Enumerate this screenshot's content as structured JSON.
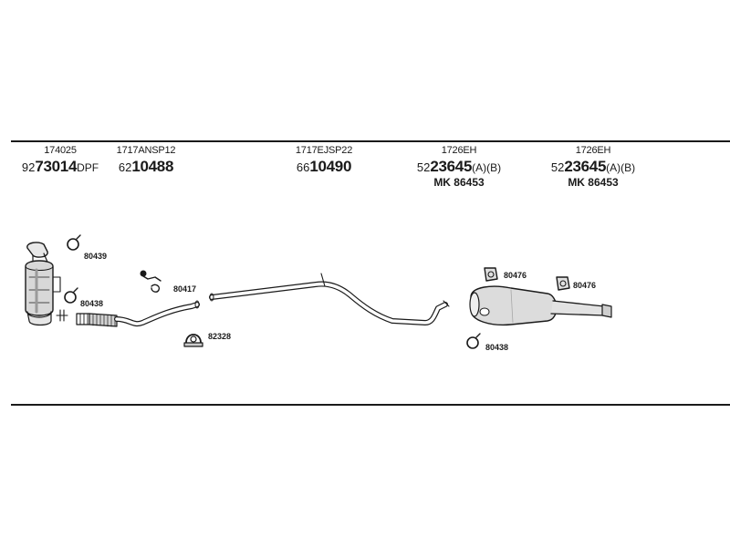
{
  "parts": [
    {
      "ref": "174025",
      "prefix": "92",
      "main": "73014",
      "suffix": "DPF",
      "alt": ""
    },
    {
      "ref": "1717ANSP12",
      "prefix": "62",
      "main": "10488",
      "suffix": "",
      "alt": ""
    },
    {
      "ref": "1717EJSP22",
      "prefix": "66",
      "main": "10490",
      "suffix": "",
      "alt": ""
    },
    {
      "ref": "1726EH",
      "prefix": "52",
      "main": "23645",
      "suffix": "(A)(B)",
      "alt": "MK 86453"
    },
    {
      "ref": "1726EH",
      "prefix": "52",
      "main": "23645",
      "suffix": "(A)(B)",
      "alt": "MK 86453"
    }
  ],
  "fittings": [
    {
      "code": "80439",
      "icon": "clamp-ring-icon"
    },
    {
      "code": "80438",
      "icon": "clamp-ring-icon"
    },
    {
      "code": "80417",
      "icon": "bracket-icon"
    },
    {
      "code": "82328",
      "icon": "u-clamp-icon"
    },
    {
      "code": "80476",
      "icon": "rubber-hanger-icon"
    },
    {
      "code": "80476",
      "icon": "rubber-hanger-icon"
    },
    {
      "code": "80438",
      "icon": "clamp-ring-icon"
    }
  ]
}
